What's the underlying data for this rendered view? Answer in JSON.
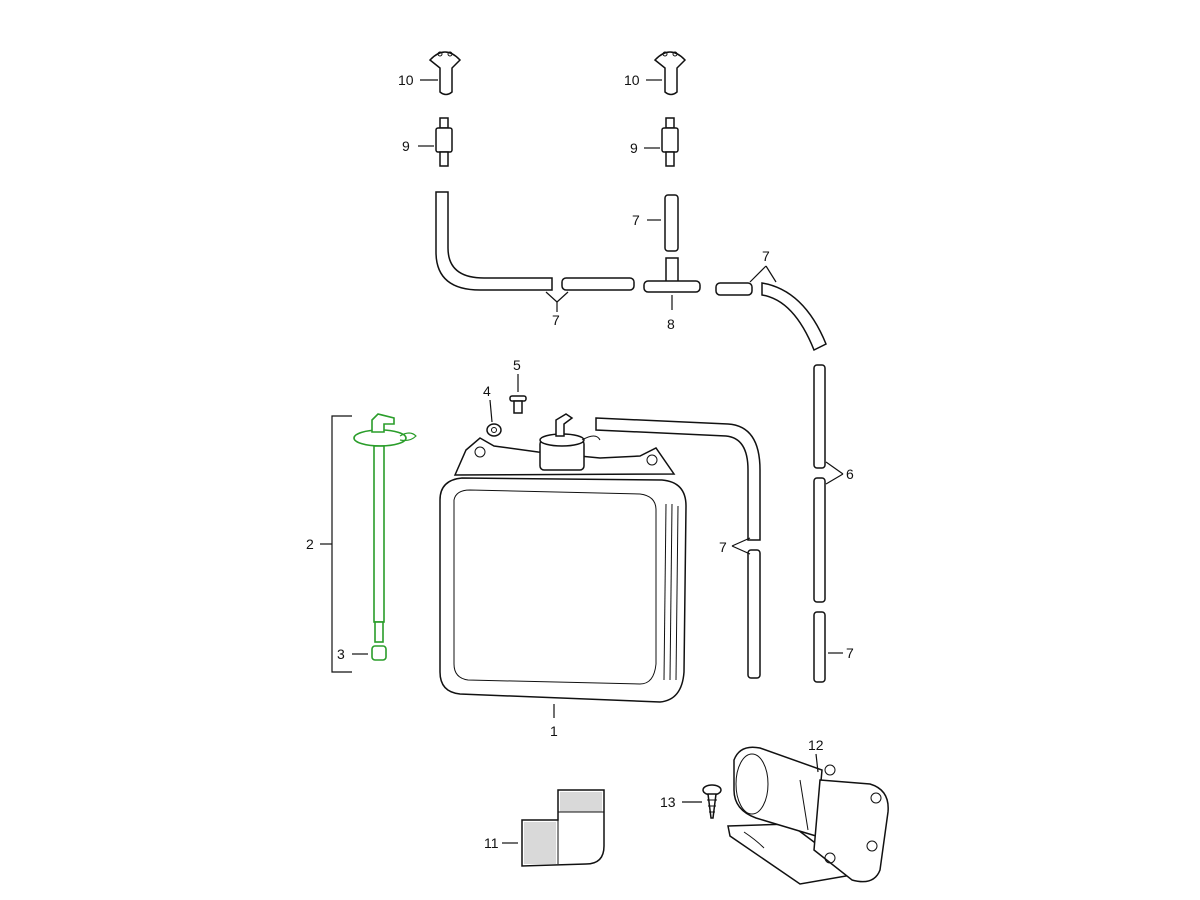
{
  "colors": {
    "line": "#111111",
    "highlight": "#2a9d2a",
    "background": "#ffffff"
  },
  "callouts": {
    "tank": "1",
    "level_sender": "2",
    "sender_tip": "3",
    "grommet": "4",
    "screw": "5",
    "hose_right": "6",
    "hose": "7",
    "t_piece": "8",
    "check_valve": "9",
    "nozzle": "10",
    "pad": "11",
    "pump": "12",
    "pump_screw": "13"
  }
}
